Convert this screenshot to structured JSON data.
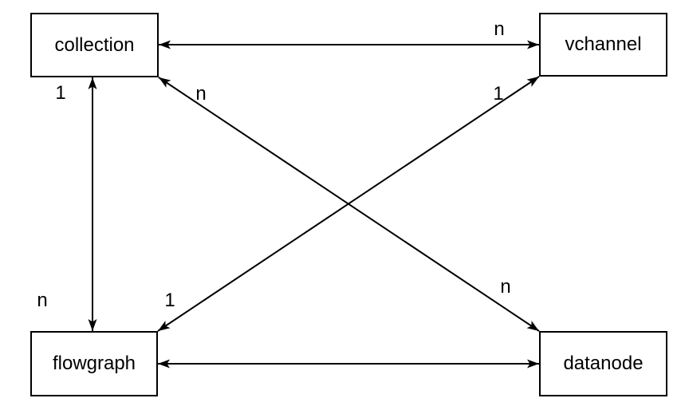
{
  "diagram": {
    "type": "entity-relationship",
    "background_color": "#ffffff",
    "stroke_color": "#000000",
    "node_fill_color": "#ffffff",
    "text_color": "#000000",
    "nodes": [
      {
        "id": "collection",
        "label": "collection"
      },
      {
        "id": "vchannel",
        "label": "vchannel"
      },
      {
        "id": "flowgraph",
        "label": "flowgraph"
      },
      {
        "id": "datanode",
        "label": "datanode"
      }
    ],
    "edges": [
      {
        "source": "collection",
        "target": "vchannel",
        "arrows": "both",
        "source_cardinality": "",
        "target_cardinality": "n"
      },
      {
        "source": "collection",
        "target": "flowgraph",
        "arrows": "both",
        "source_cardinality": "1",
        "target_cardinality": "n"
      },
      {
        "source": "collection",
        "target": "datanode",
        "arrows": "both",
        "source_cardinality": "n",
        "target_cardinality": "n"
      },
      {
        "source": "flowgraph",
        "target": "vchannel",
        "arrows": "both",
        "source_cardinality": "1",
        "target_cardinality": "1"
      },
      {
        "source": "flowgraph",
        "target": "datanode",
        "arrows": "both",
        "source_cardinality": "",
        "target_cardinality": ""
      }
    ]
  }
}
